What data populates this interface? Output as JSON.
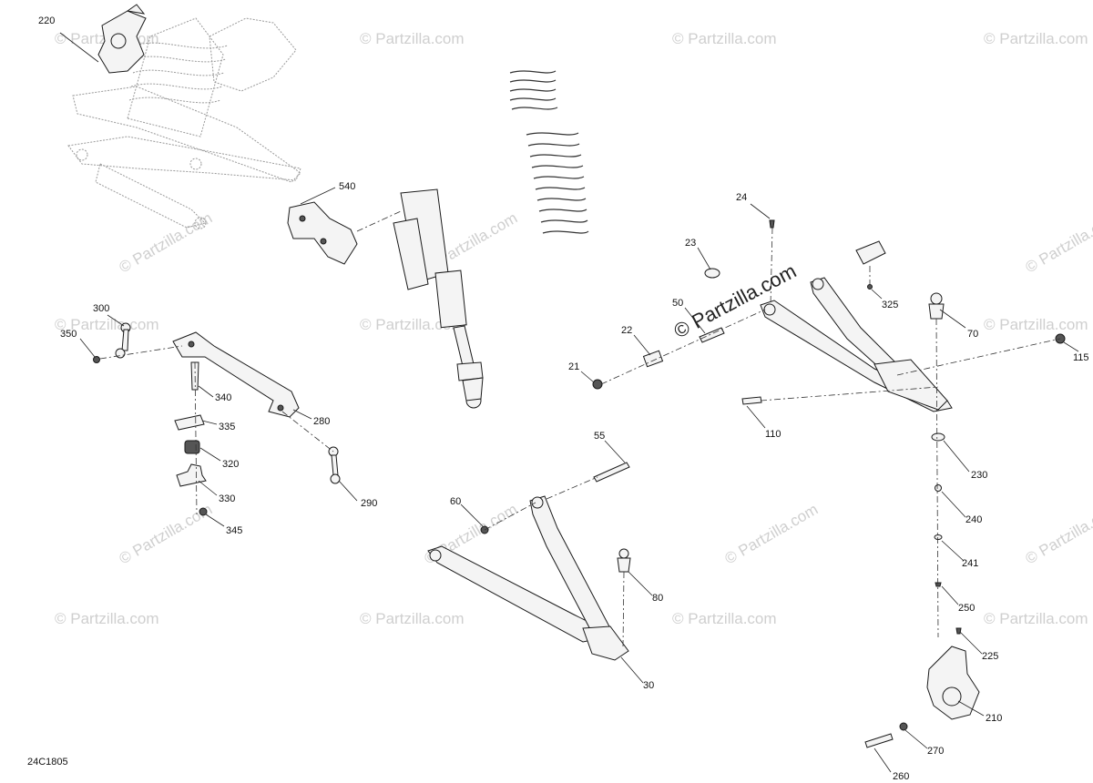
{
  "diagram_code": "24C1805",
  "watermark": "© Partzilla.com",
  "watermark_center": "© Partzilla.com",
  "callouts": [
    {
      "id": "220",
      "label": "220"
    },
    {
      "id": "540",
      "label": "540"
    },
    {
      "id": "24",
      "label": "24"
    },
    {
      "id": "23",
      "label": "23"
    },
    {
      "id": "50",
      "label": "50"
    },
    {
      "id": "22",
      "label": "22"
    },
    {
      "id": "21",
      "label": "21"
    },
    {
      "id": "325",
      "label": "325"
    },
    {
      "id": "70",
      "label": "70"
    },
    {
      "id": "115",
      "label": "115"
    },
    {
      "id": "110",
      "label": "110"
    },
    {
      "id": "300",
      "label": "300"
    },
    {
      "id": "350",
      "label": "350"
    },
    {
      "id": "340",
      "label": "340"
    },
    {
      "id": "335",
      "label": "335"
    },
    {
      "id": "320",
      "label": "320"
    },
    {
      "id": "330",
      "label": "330"
    },
    {
      "id": "345",
      "label": "345"
    },
    {
      "id": "280",
      "label": "280"
    },
    {
      "id": "290",
      "label": "290"
    },
    {
      "id": "55",
      "label": "55"
    },
    {
      "id": "60",
      "label": "60"
    },
    {
      "id": "80",
      "label": "80"
    },
    {
      "id": "30",
      "label": "30"
    },
    {
      "id": "230",
      "label": "230"
    },
    {
      "id": "240",
      "label": "240"
    },
    {
      "id": "241",
      "label": "241"
    },
    {
      "id": "250",
      "label": "250"
    },
    {
      "id": "225",
      "label": "225"
    },
    {
      "id": "210",
      "label": "210"
    },
    {
      "id": "270",
      "label": "270"
    },
    {
      "id": "260",
      "label": "260"
    }
  ]
}
